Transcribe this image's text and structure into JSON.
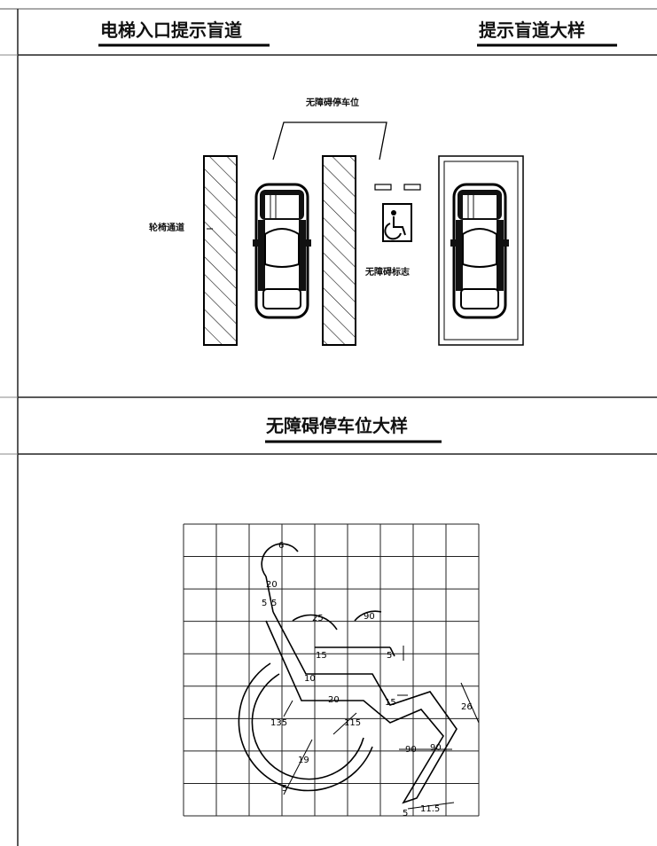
{
  "titles": {
    "elevator_tactile_paving": "电梯入口提示盲道",
    "tactile_paving_detail": "提示盲道大样",
    "accessible_parking_detail": "无障碍停车位大样"
  },
  "parking_plan": {
    "accessible_parking_label": "无障碍停车位",
    "wheelchair_aisle_label": "轮椅通道",
    "accessible_sign_label": "无障碍标志"
  },
  "wheelchair_symbol": {
    "grid": {
      "columns": 9,
      "rows": 9
    },
    "dimensions": [
      "6",
      "20",
      "5",
      "5",
      "25",
      "90",
      "15",
      "5",
      "10",
      "20",
      "15",
      "26",
      "135",
      "115",
      "19",
      "90",
      "90",
      "5",
      "5",
      "11.5"
    ]
  }
}
